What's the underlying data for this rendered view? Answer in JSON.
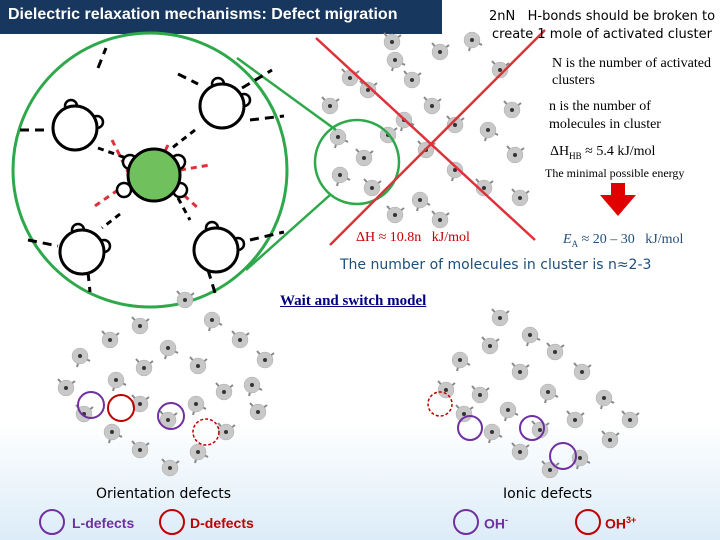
{
  "title": "Dielectric relaxation mechanisms: Defect migration",
  "energy_note": {
    "part1": "2nN",
    "part2": "H-bonds should be broken to create 1 mole of activated cluster"
  },
  "note_N": "N is the number of activated clusters",
  "note_n": "n is the  number of molecules in cluster",
  "formula_hb": {
    "lhs": "ΔH",
    "sub": "HB",
    "rhs": "≈ 5.4   kJ/mol"
  },
  "minimal_energy": "The minimal possible energy",
  "formula_dh": {
    "lhs": "ΔH ≈ 10.8n",
    "unit": "kJ/mol"
  },
  "formula_ea": {
    "lhs": "E",
    "sub": "A",
    "rhs": "≈ 20 – 30",
    "unit": "kJ/mol"
  },
  "cluster_size": "The number of molecules in cluster is n≈2-3",
  "switch_model": "Wait and switch model",
  "orientation_defects": "Orientation defects",
  "ionic_defects": "Ionic defects",
  "legend": {
    "l_defects": "L-defects",
    "d_defects": "D-defects",
    "oh_minus": {
      "base": "OH",
      "sup": "-"
    },
    "oh3_plus": {
      "base": "OH",
      "sup": "3+"
    }
  },
  "colors": {
    "title_bg": "#17375e",
    "l_defect": "#7030a0",
    "d_defect": "#c00000",
    "zoom_circle": "#2ea84a",
    "center_molecule": "#70c05e",
    "cross": "#e0303a",
    "arrow": "#e00000"
  }
}
